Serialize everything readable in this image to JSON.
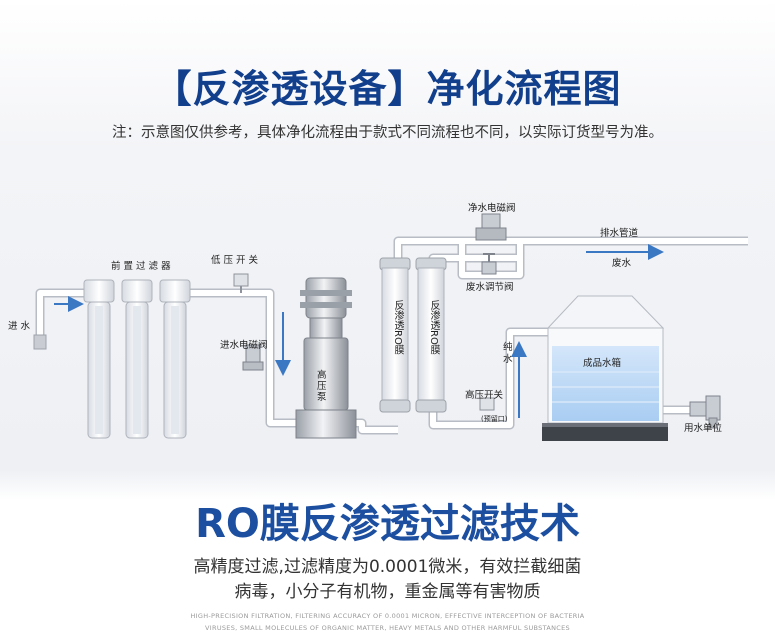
{
  "header": {
    "title": "【反渗透设备】净化流程图",
    "note": "注：示意图仅供参考，具体净化流程由于款式不同流程也不同，以实际订货型号为准。"
  },
  "diagram": {
    "inlet": "进 水",
    "prefilter": "前 置 过 滤 器",
    "low_pressure_switch": "低 压 开 关",
    "inlet_solenoid": "进水电磁阀",
    "pump": "高压泵",
    "ro_membrane_1": "反渗透RO膜",
    "ro_membrane_2": "反渗透RO膜",
    "clean_solenoid": "净水电磁阀",
    "drain_pipe": "排水管道",
    "waste_water": "废水",
    "waste_valve": "废水调节阀",
    "pure_water": "纯水",
    "high_pressure_switch": "高压开关",
    "port_note": "(预留口)",
    "product_tank": "成品水箱",
    "use_point": "用水单位"
  },
  "footer": {
    "headline": "RO膜反渗透过滤技术",
    "desc_line1": "高精度过滤,过滤精度为0.0001微米，有效拦截细菌",
    "desc_line2": "病毒，小分子有机物，重金属等有害物质",
    "eng_line1": "HIGH-PRECISION FILTRATION, FILTERING ACCURACY OF 0.0001 MICRON, EFFECTIVE INTERCEPTION OF BACTERIA",
    "eng_line2": "VIRUSES, SMALL MOLECULES OF ORGANIC MATTER, HEAVY METALS AND OTHER HARMFUL SUBSTANCES"
  },
  "colors": {
    "title": "#123f8c",
    "headline": "#1d4fa0",
    "arrow": "#3b78c4",
    "water": "#bcd8f5"
  }
}
